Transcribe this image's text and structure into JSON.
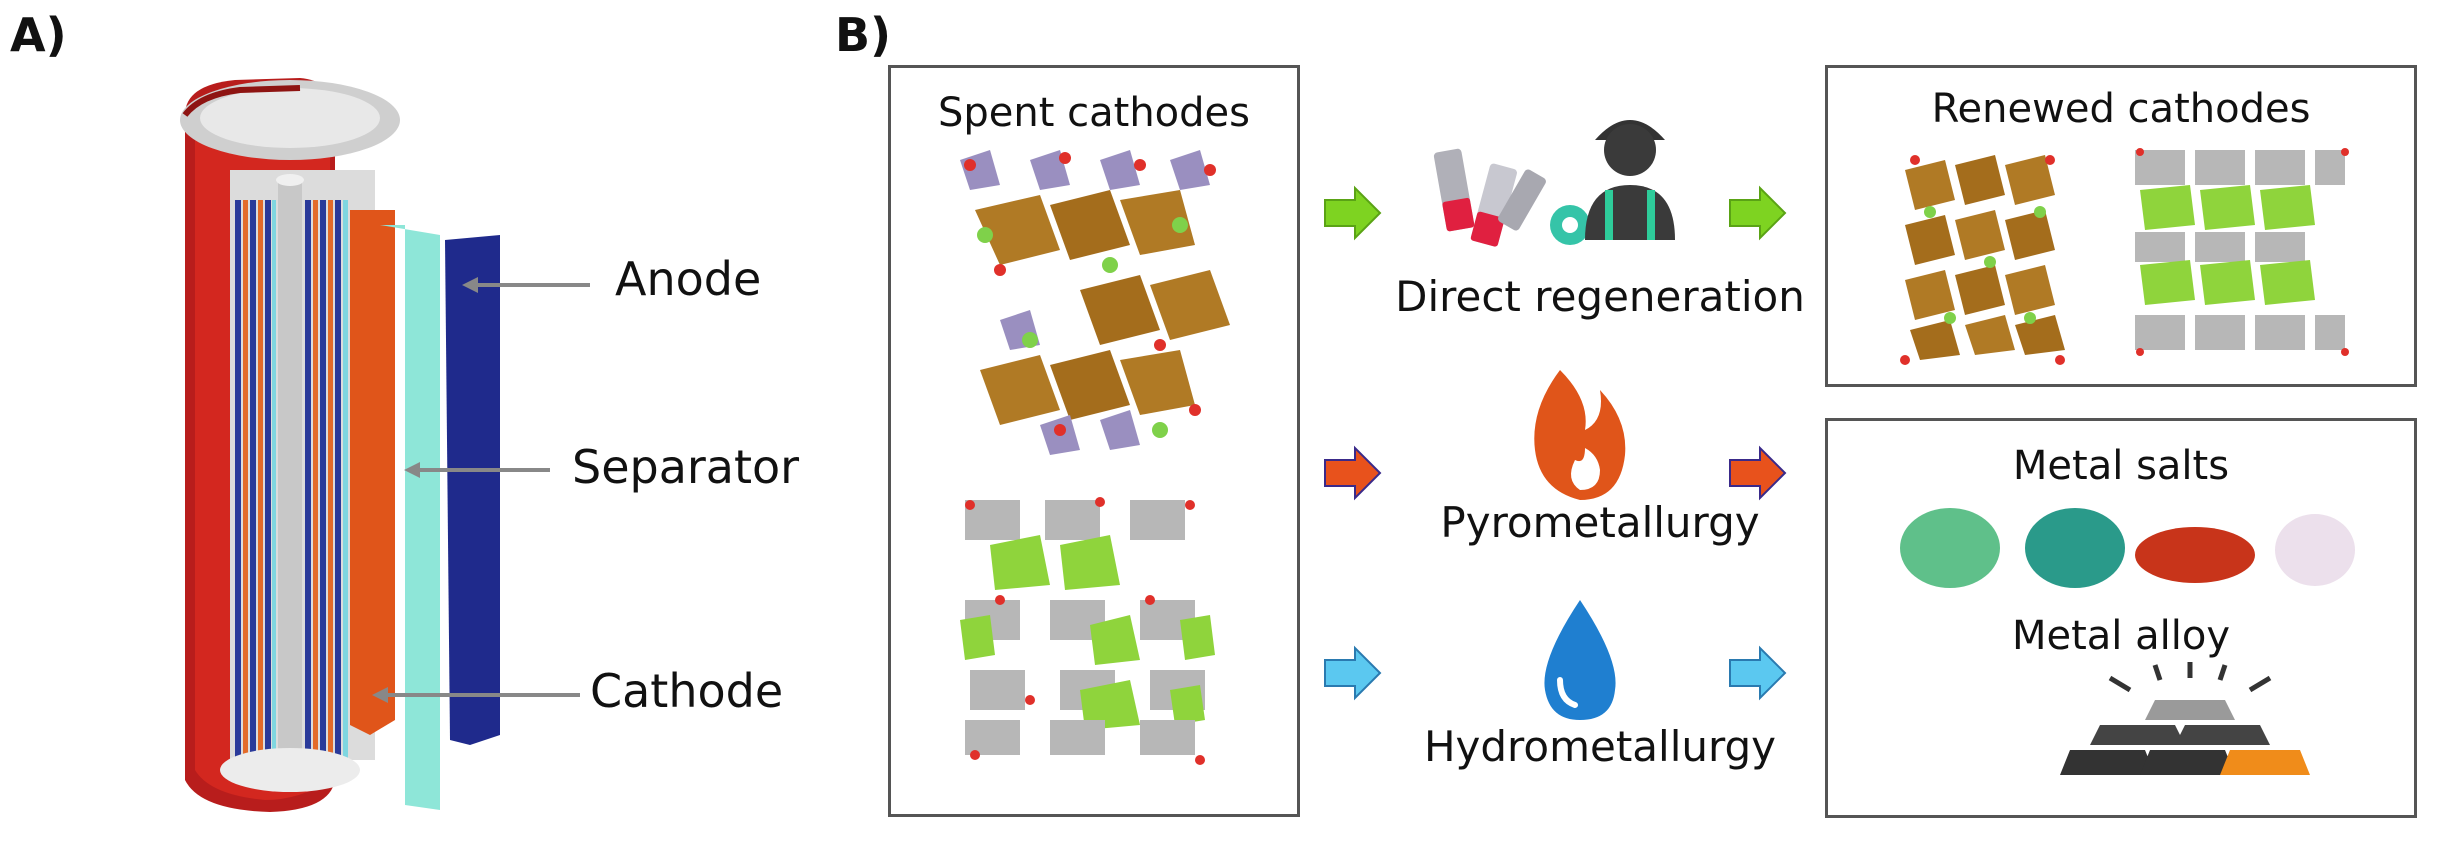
{
  "panel_a": {
    "label": "A)",
    "parts": [
      "Anode",
      "Separator",
      "Cathode"
    ]
  },
  "panel_b": {
    "label": "B)",
    "spent_title": "Spent cathodes",
    "renewed_title": "Renewed cathodes",
    "metal_salts_title": "Metal salts",
    "metal_alloy_title": "Metal alloy",
    "processes": [
      "Direct regeneration",
      "Pyrometallurgy",
      "Hydrometallurgy"
    ]
  },
  "colors": {
    "green_arrow": "#7ed321",
    "orange_arrow": "#e8521c",
    "blue_arrow": "#5bc8f0",
    "can_red": "#c0201e",
    "separator": "#8ee6d8",
    "anode": "#1f2a8c",
    "cathode": "#e0551a"
  }
}
